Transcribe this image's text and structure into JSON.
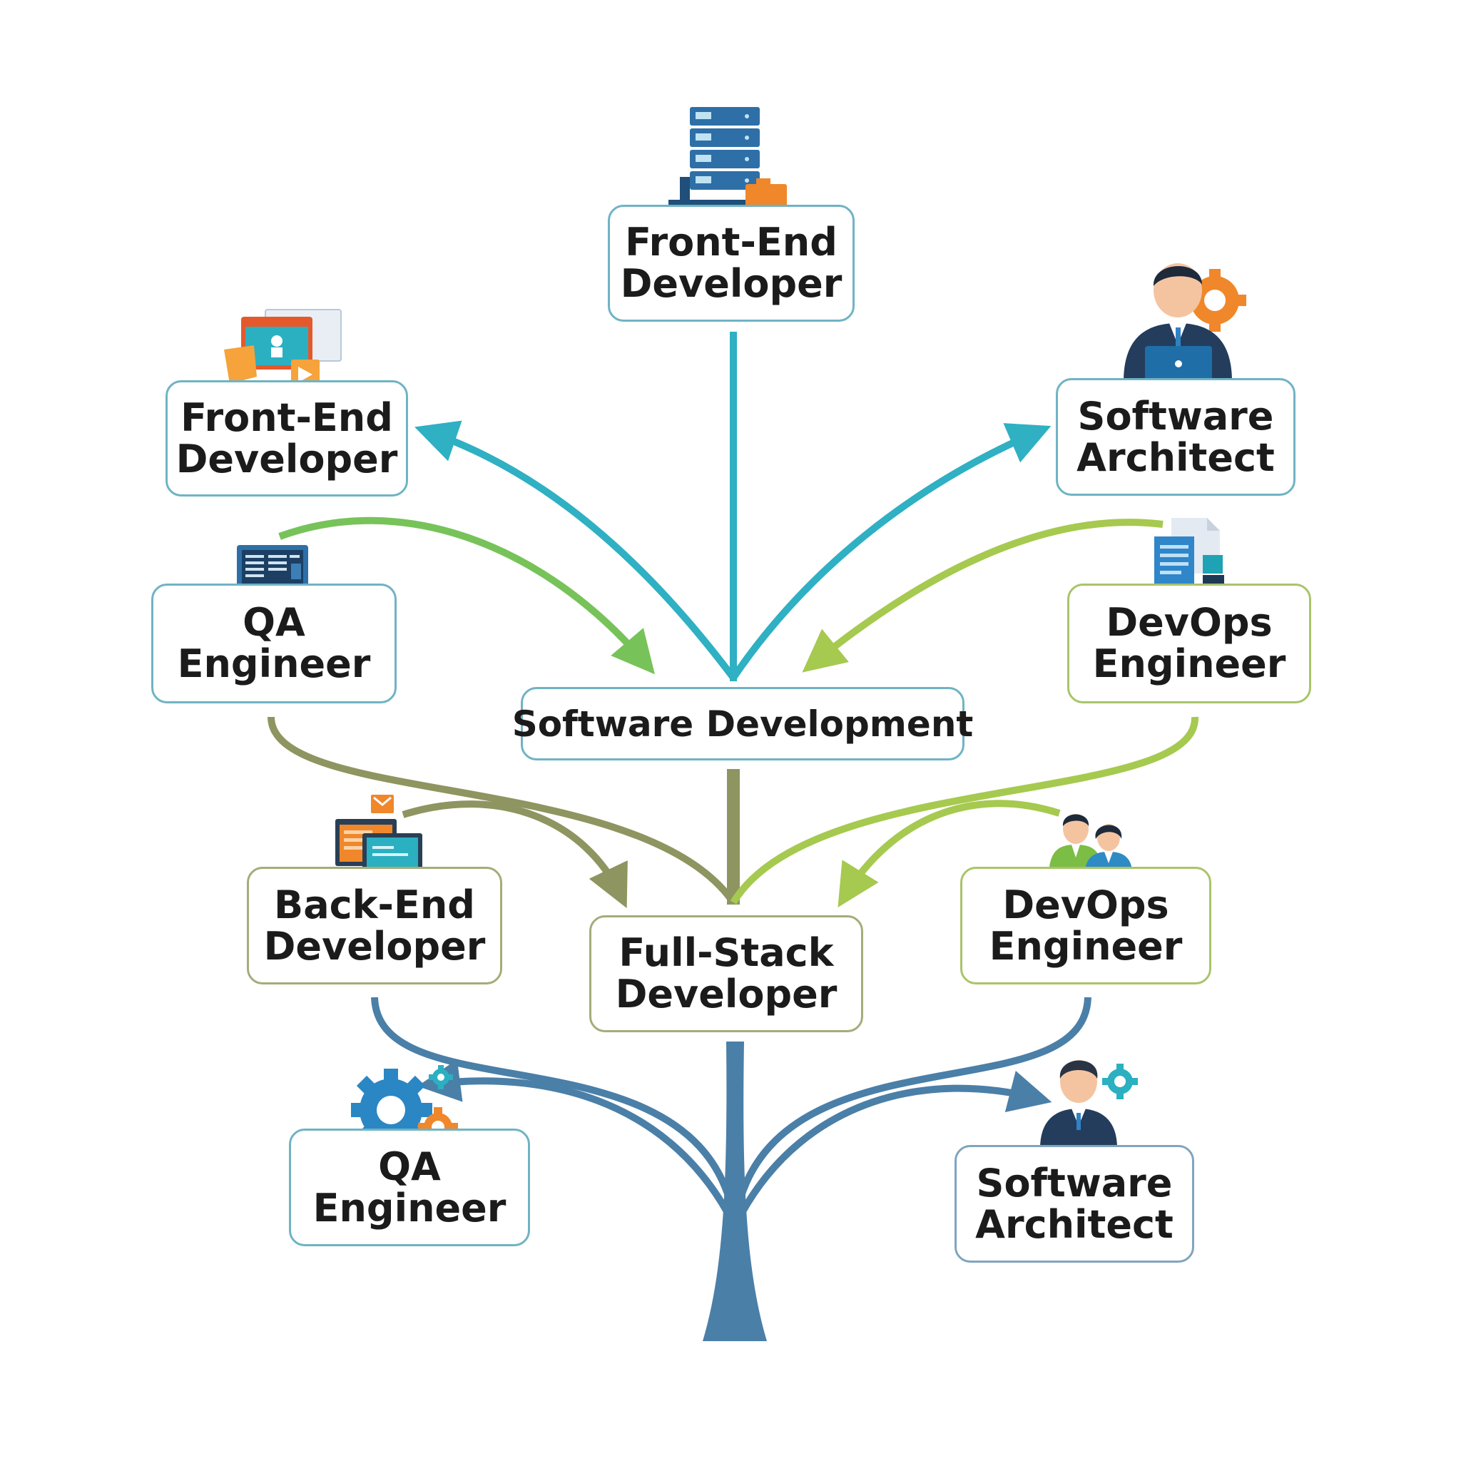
{
  "center": {
    "label": "Software Development"
  },
  "hub": {
    "lines": [
      "Full-Stack",
      "Developer"
    ]
  },
  "nodes": {
    "top": {
      "lines": [
        "Front-End",
        "Developer"
      ]
    },
    "upper_left": {
      "lines": [
        "Front-End",
        "Developer"
      ]
    },
    "upper_right": {
      "lines": [
        "Software",
        "Architect"
      ]
    },
    "mid_left": {
      "lines": [
        "QA",
        "Engineer"
      ]
    },
    "mid_right": {
      "lines": [
        "DevOps",
        "Engineer"
      ]
    },
    "lower_left": {
      "lines": [
        "Back-End",
        "Developer"
      ]
    },
    "lower_right": {
      "lines": [
        "DevOps",
        "Engineer"
      ]
    },
    "bottom_left": {
      "lines": [
        "QA",
        "Engineer"
      ]
    },
    "bottom_right": {
      "lines": [
        "Software",
        "Architect"
      ]
    }
  },
  "icons": {
    "top": "server-rack-icon",
    "upper_left": "web-interface-icon",
    "upper_right": "architect-person-icon",
    "mid_left": "monitor-icon",
    "mid_right": "documents-icon",
    "lower_left": "code-windows-icon",
    "lower_right": "team-people-icon",
    "bottom_left": "gears-icon",
    "bottom_right": "business-person-icon"
  },
  "colors": {
    "teal": "#2fb0c3",
    "green": "#77c35a",
    "lime": "#a6c94f",
    "olive": "#8e9560",
    "blue": "#4a7fa8",
    "orange": "#f0872b"
  }
}
